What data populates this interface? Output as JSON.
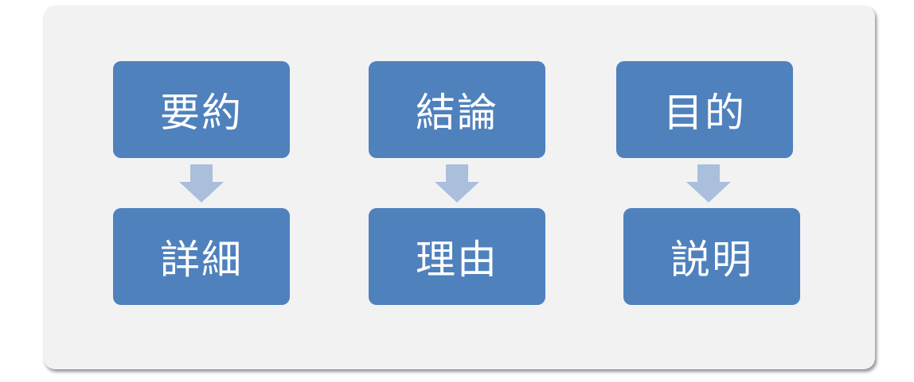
{
  "diagram": {
    "columns": [
      {
        "top": "要約",
        "bottom": "詳細"
      },
      {
        "top": "結論",
        "bottom": "理由"
      },
      {
        "top": "目的",
        "bottom": "説明"
      }
    ]
  },
  "colors": {
    "panel_background": "#f2f2f3",
    "box_fill": "#4f81bd",
    "box_text": "#ffffff",
    "arrow_fill": "#a9bfdc"
  },
  "icons": {
    "arrow": "down-arrow-icon"
  }
}
